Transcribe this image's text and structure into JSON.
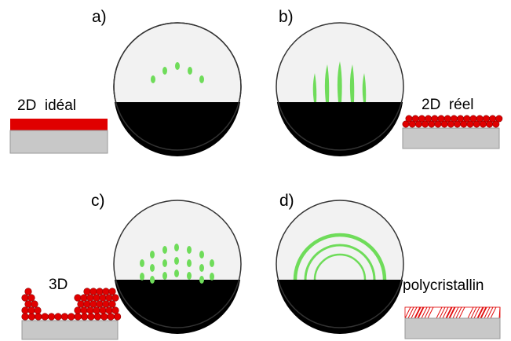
{
  "panels": [
    {
      "letter": "a)",
      "label": "2D  idéal",
      "pattern": "spots",
      "substrate": "flat-film"
    },
    {
      "letter": "b)",
      "label": "2D  réel",
      "pattern": "streaks",
      "substrate": "single-layer-spheres"
    },
    {
      "letter": "c)",
      "label": "3D",
      "pattern": "spot-grid",
      "substrate": "island-spheres"
    },
    {
      "letter": "d)",
      "label": "polycristallin",
      "pattern": "rings",
      "substrate": "hatched-film"
    }
  ],
  "colors": {
    "screen": "#f2f2f2",
    "shadow": "#000000",
    "diffraction": "#6fdc5a",
    "film": "#e00000",
    "substrate": "#c8c8c8"
  }
}
